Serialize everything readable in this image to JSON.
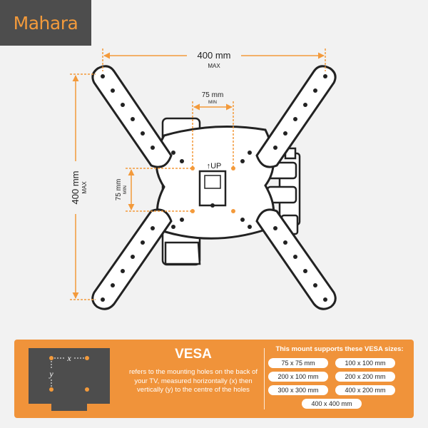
{
  "brand": {
    "name": "Mahara",
    "accent": "#f39a3b",
    "dark": "#4d4d4d"
  },
  "diagram": {
    "width_value": "400 mm",
    "width_qualifier": "MAX",
    "height_value": "400 mm",
    "height_qualifier": "MAX",
    "inner_width_value": "75 mm",
    "inner_width_qualifier": "MIN",
    "inner_height_value": "75 mm",
    "inner_height_qualifier": "MIN",
    "up_label": "↑UP"
  },
  "info": {
    "icon_x_label": "x",
    "icon_y_label": "y",
    "title": "VESA",
    "description": "refers to the mounting holes on the back of your TV, measured horizontally (x) then vertically (y) to the centre of the holes",
    "supports_heading": "This mount supports these VESA sizes:",
    "sizes": [
      "75 x 75 mm",
      "100 x 100 mm",
      "200 x 100 mm",
      "200 x 200 mm",
      "300 x 300 mm",
      "400 x 200 mm",
      "400 x 400 mm"
    ]
  }
}
